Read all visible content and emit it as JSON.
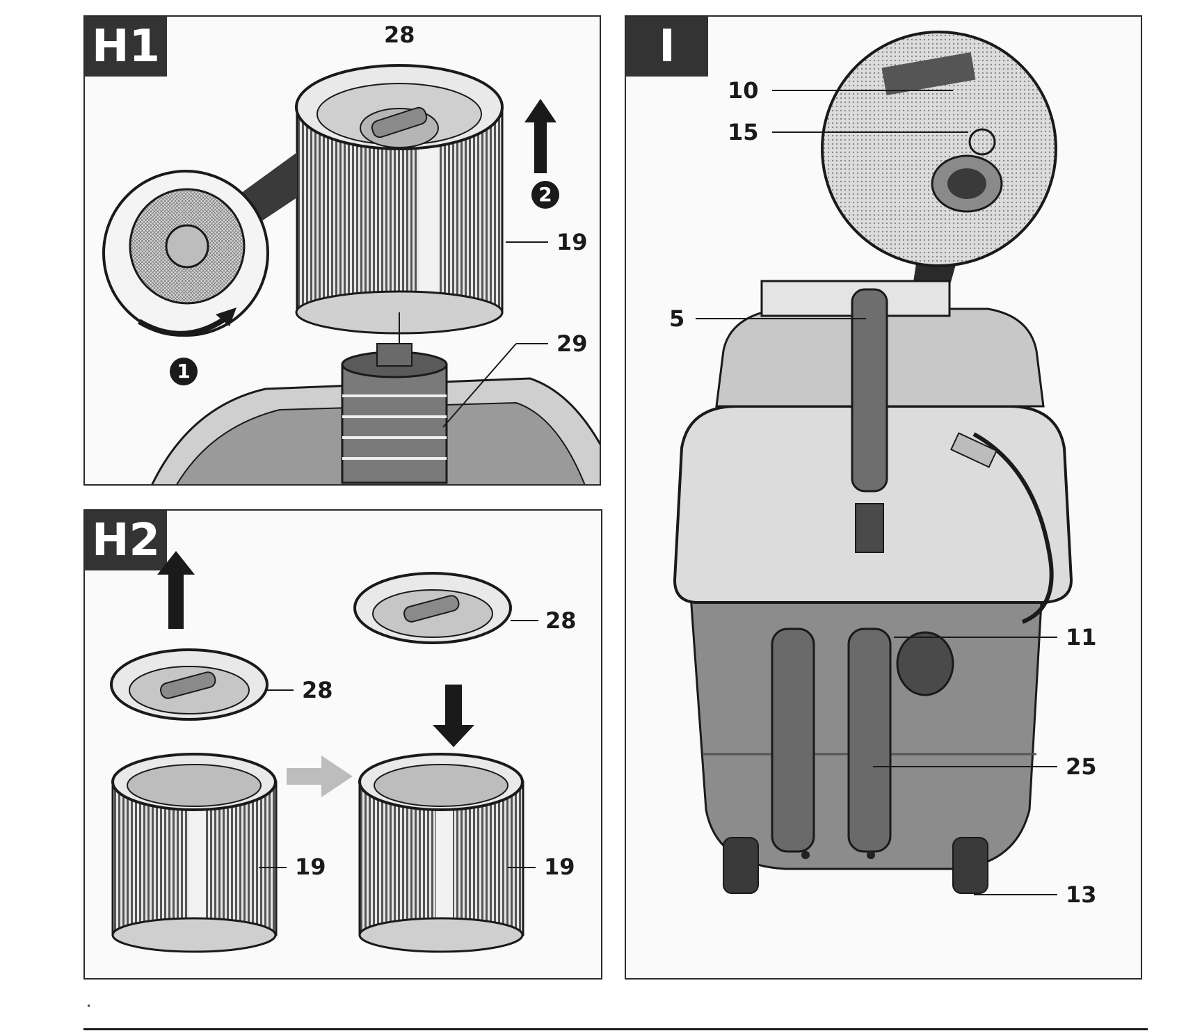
{
  "panels": {
    "h1": {
      "tag": "H1",
      "callouts": {
        "top": "28",
        "side": "19",
        "base": "29"
      },
      "steps": {
        "rotate": "1",
        "lift": "2"
      }
    },
    "h2": {
      "tag": "H2",
      "callouts": {
        "left_lid": "28",
        "right_lid": "28",
        "left_filter": "19",
        "right_filter": "19"
      }
    },
    "i": {
      "tag": "I",
      "callouts": {
        "plug_top": "10",
        "plug_ring": "15",
        "hose": "5",
        "cord_hook": "11",
        "tube": "25",
        "wheel": "13"
      }
    }
  },
  "colors": {
    "ink": "#1a1a1a",
    "tag_bg": "#333333",
    "paper": "#fafafa",
    "arrow_grey": "#bdbdbd"
  }
}
